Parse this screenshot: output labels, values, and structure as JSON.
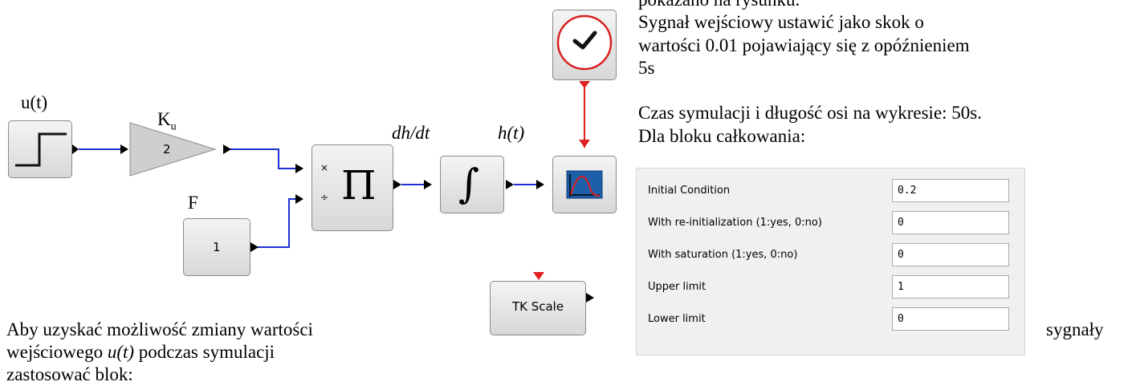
{
  "text": {
    "cut_top": "pokazano na rysunku.",
    "para_signal_1": "Sygnał wejściowy ustawić jako skok o",
    "para_signal_2": "wartości 0.01 pojawiający się z opóźnieniem",
    "para_signal_3": "5s",
    "para_time": "Czas symulacji i długość osi na wykresie: 50s.",
    "para_integrator": "Dla bloku całkowania:",
    "bottom_1": "Aby uzyskać możliwość zmiany wartości",
    "bottom_1b": "sygnały",
    "bottom_2a": "wejściowego ",
    "bottom_2_u": "u(t)",
    "bottom_2b": " podczas symulacji",
    "bottom_3": "zastosować blok:"
  },
  "diagram": {
    "label_u": "u(t)",
    "label_k": "K",
    "label_k_sub": "u",
    "gain_value": "2",
    "label_f": "F",
    "const_value": "1",
    "prod_mul": "×",
    "prod_div": "÷",
    "prod_symbol": "Π",
    "label_dhdt": "dh/dt",
    "label_h": "h(t)",
    "integral_symbol": "∫",
    "tk_scale": "TK Scale",
    "colors": {
      "signal_link": "#1f2fd6",
      "event_link": "#e02020",
      "scope_bg": "#1d5fa8"
    }
  },
  "params": {
    "rows": [
      {
        "label": "Initial Condition",
        "value": "0.2"
      },
      {
        "label": "With re-initialization (1:yes, 0:no)",
        "value": "0"
      },
      {
        "label": "With saturation (1:yes, 0:no)",
        "value": "0"
      },
      {
        "label": "Upper limit",
        "value": "1"
      },
      {
        "label": "Lower limit",
        "value": "0"
      }
    ]
  }
}
